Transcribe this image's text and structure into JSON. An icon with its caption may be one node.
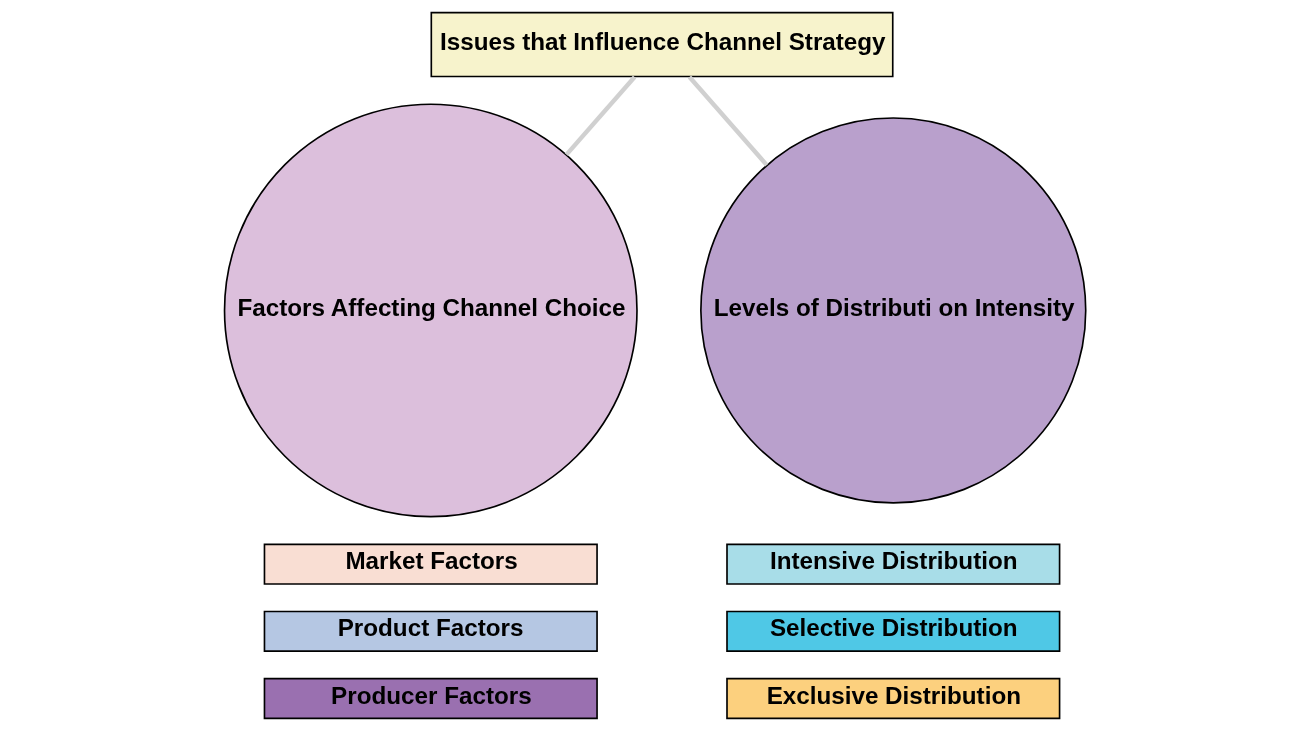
{
  "diagram": {
    "nodes": [
      {
        "text": [
          "Issues that Influence Channel Strategy"
        ]
      },
      {
        "text": [
          "Factors Affecting Channel Choice"
        ]
      },
      {
        "text": [
          "Levels of Distributi on Intensity"
        ]
      },
      {
        "text": [
          "Market Factors"
        ]
      },
      {
        "text": [
          "Product Factors"
        ]
      },
      {
        "text": [
          "Producer Factors"
        ]
      },
      {
        "text": [
          "Intensive Distribution"
        ]
      },
      {
        "text": [
          "Selective Distribution"
        ]
      },
      {
        "text": [
          "Exclusive Distribution"
        ]
      }
    ],
    "edges": [
      {
        "from": 0,
        "to": 1,
        "arrow": "none"
      },
      {
        "from": 0,
        "to": 2,
        "arrow": "none"
      }
    ]
  }
}
